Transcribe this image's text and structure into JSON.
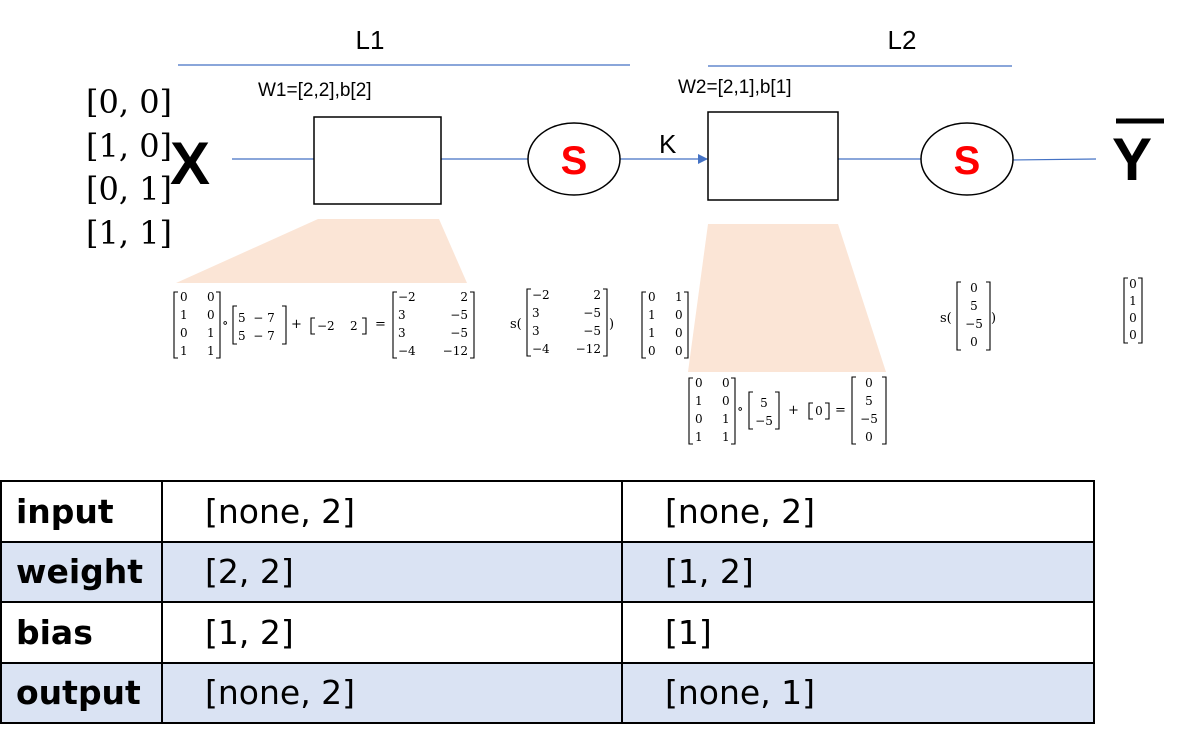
{
  "layers": {
    "l1_label": "L1",
    "l2_label": "L2",
    "w1_label": "W1=[2,2],b[2]",
    "w2_label": "W2=[2,1],b[1]",
    "k_label": "K",
    "input_symbol": "X",
    "output_symbol": "Y",
    "sigmoid_symbol": "S"
  },
  "inputs": [
    "[0, 0]",
    "[1, 0]",
    "[0, 1]",
    "[1, 1]"
  ],
  "equations": {
    "layer1": {
      "x_left": [
        "0",
        "1",
        "0",
        "1"
      ],
      "x_right": [
        "0",
        "0",
        "1",
        "1"
      ],
      "w_row1": "5  − 7",
      "w_row2": "5  − 7",
      "bias": "−2    2",
      "z_left": [
        "−2",
        "3",
        "3",
        "−4"
      ],
      "z_right": [
        "2",
        "−5",
        "−5",
        "−12"
      ],
      "circ": "∘",
      "plus": "+",
      "eq": "=",
      "s_open": "s(",
      "s_close": ")"
    },
    "k_matrix": {
      "left": [
        "0",
        "1",
        "1",
        "0"
      ],
      "right": [
        "1",
        "0",
        "0",
        "0"
      ]
    },
    "layer2": {
      "x_left": [
        "0",
        "1",
        "0",
        "1"
      ],
      "x_right": [
        "0",
        "0",
        "1",
        "1"
      ],
      "w": [
        "5",
        "−5"
      ],
      "bias": "0",
      "z": [
        "0",
        "5",
        "−5",
        "0"
      ],
      "s_open": "s(",
      "s_close": ")"
    },
    "output_vector": [
      "0",
      "1",
      "0",
      "0"
    ]
  },
  "table": {
    "rows": [
      {
        "header": "input",
        "l1": "[none, 2]",
        "l2": "[none, 2]"
      },
      {
        "header": "weight",
        "l1": "[2, 2]",
        "l2": "[1, 2]"
      },
      {
        "header": "bias",
        "l1": "[1, 2]",
        "l2": "[1]"
      },
      {
        "header": "output",
        "l1": "[none, 2]",
        "l2": "[none, 1]"
      }
    ]
  },
  "colors": {
    "line_blue": "#4472c4",
    "sigmoid_red": "#ff0000",
    "projection_peach": "#fbe5d6",
    "row_band": "#dae3f3"
  }
}
